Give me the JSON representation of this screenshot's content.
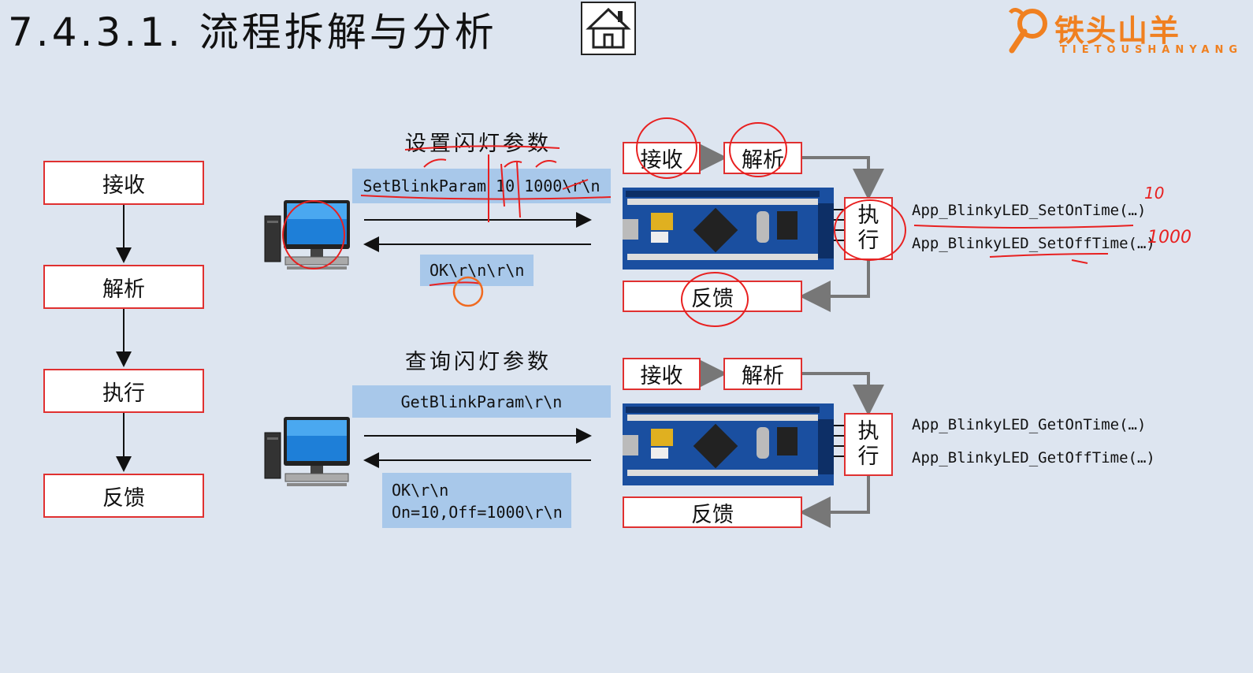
{
  "header": {
    "title": "7.4.3.1. 流程拆解与分析",
    "home_icon": "home-icon",
    "logo_text": "铁头山羊",
    "logo_sub": "TIETOUSHANYANG"
  },
  "steps": [
    "接收",
    "解析",
    "执行",
    "反馈"
  ],
  "set_section": {
    "label": "设置闪灯参数",
    "command": "SetBlinkParam 10 1000\\r\\n",
    "response": "OK\\r\\n\\r\\n",
    "receive": "接收",
    "parse": "解析",
    "execute_1": "执",
    "execute_2": "行",
    "feedback": "反馈",
    "fn_on": "App_BlinkyLED_SetOnTime(…)",
    "fn_off": "App_BlinkyLED_SetOffTime(…)",
    "annot_on": "10",
    "annot_off": "1000"
  },
  "get_section": {
    "label": "查询闪灯参数",
    "command": "GetBlinkParam\\r\\n",
    "response_line1": "OK\\r\\n",
    "response_line2": "On=10,Off=1000\\r\\n",
    "receive": "接收",
    "parse": "解析",
    "execute_1": "执",
    "execute_2": "行",
    "feedback": "反馈",
    "fn_on": "App_BlinkyLED_GetOnTime(…)",
    "fn_off": "App_BlinkyLED_GetOffTime(…)"
  },
  "colors": {
    "background": "#dde5f0",
    "box_border": "#e03030",
    "command_fill": "#a8c8ea",
    "annotation": "#e82020",
    "logo": "#f08020",
    "board": "#1a4fa0"
  }
}
